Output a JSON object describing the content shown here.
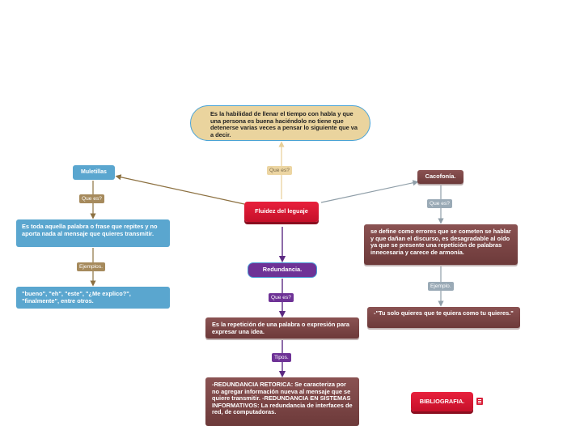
{
  "central": {
    "label": "Fluidez del leguaje"
  },
  "definition": {
    "text": "Es la habilidad de llenar el tiempo con habla y que una persona es buena haciéndolo no tiene que detenerse varias veces a pensar lo siguiente que va a decir."
  },
  "branches": {
    "muletillas": {
      "title": "Muletillas",
      "link_label": "Que es?",
      "definition": "Es toda aquella palabra o frase que repites y no aporta nada al mensaje que quieres transmitir.",
      "examples_label": "Ejemplos.",
      "examples": "\"bueno\", \"eh\", \"este\", \"¿Me explico?\", \"finalmente\", entre otros."
    },
    "cacofonia": {
      "title": "Cacofonía.",
      "link_label": "Que es?",
      "definition": "se define como errores que se cometen se hablar y que dañan el discurso, es desagradable al oído ya que se presente una repetición de palabras innecesaria y carece de armonía.",
      "examples_label": "Ejemplo.",
      "example": "-\"Tu solo quieres que te quiera como tu quieres.\""
    },
    "redundancia": {
      "title": "Redundancia.",
      "link_label": "Que es?",
      "definition": "Es la repetición de una palabra o expresión para expresar una idea.",
      "types_label": "Tipos.",
      "types": "-REDUNDANCIA RETORICA: Se caracteriza por no agregar información nueva al mensaje que se quiere transmitir. -REDUNDANCIA EN SISTEMAS INFORMATIVOS: La redundancia de interfaces de red, de computadoras."
    }
  },
  "center_link_label": "Que es?",
  "bibliography": {
    "label": "BIBLIOGRAFIA."
  },
  "colors": {
    "central": "#d4152f",
    "muletillas": "#5aa6cf",
    "cacofonia": "#7a4646",
    "redundancia": "#6e3296",
    "connector_tan": "#e8cf98",
    "connector_brown": "#8c7040",
    "connector_gray": "#8f9ea8",
    "connector_purple": "#5c2a82"
  },
  "icons": {
    "note": "note-icon"
  }
}
